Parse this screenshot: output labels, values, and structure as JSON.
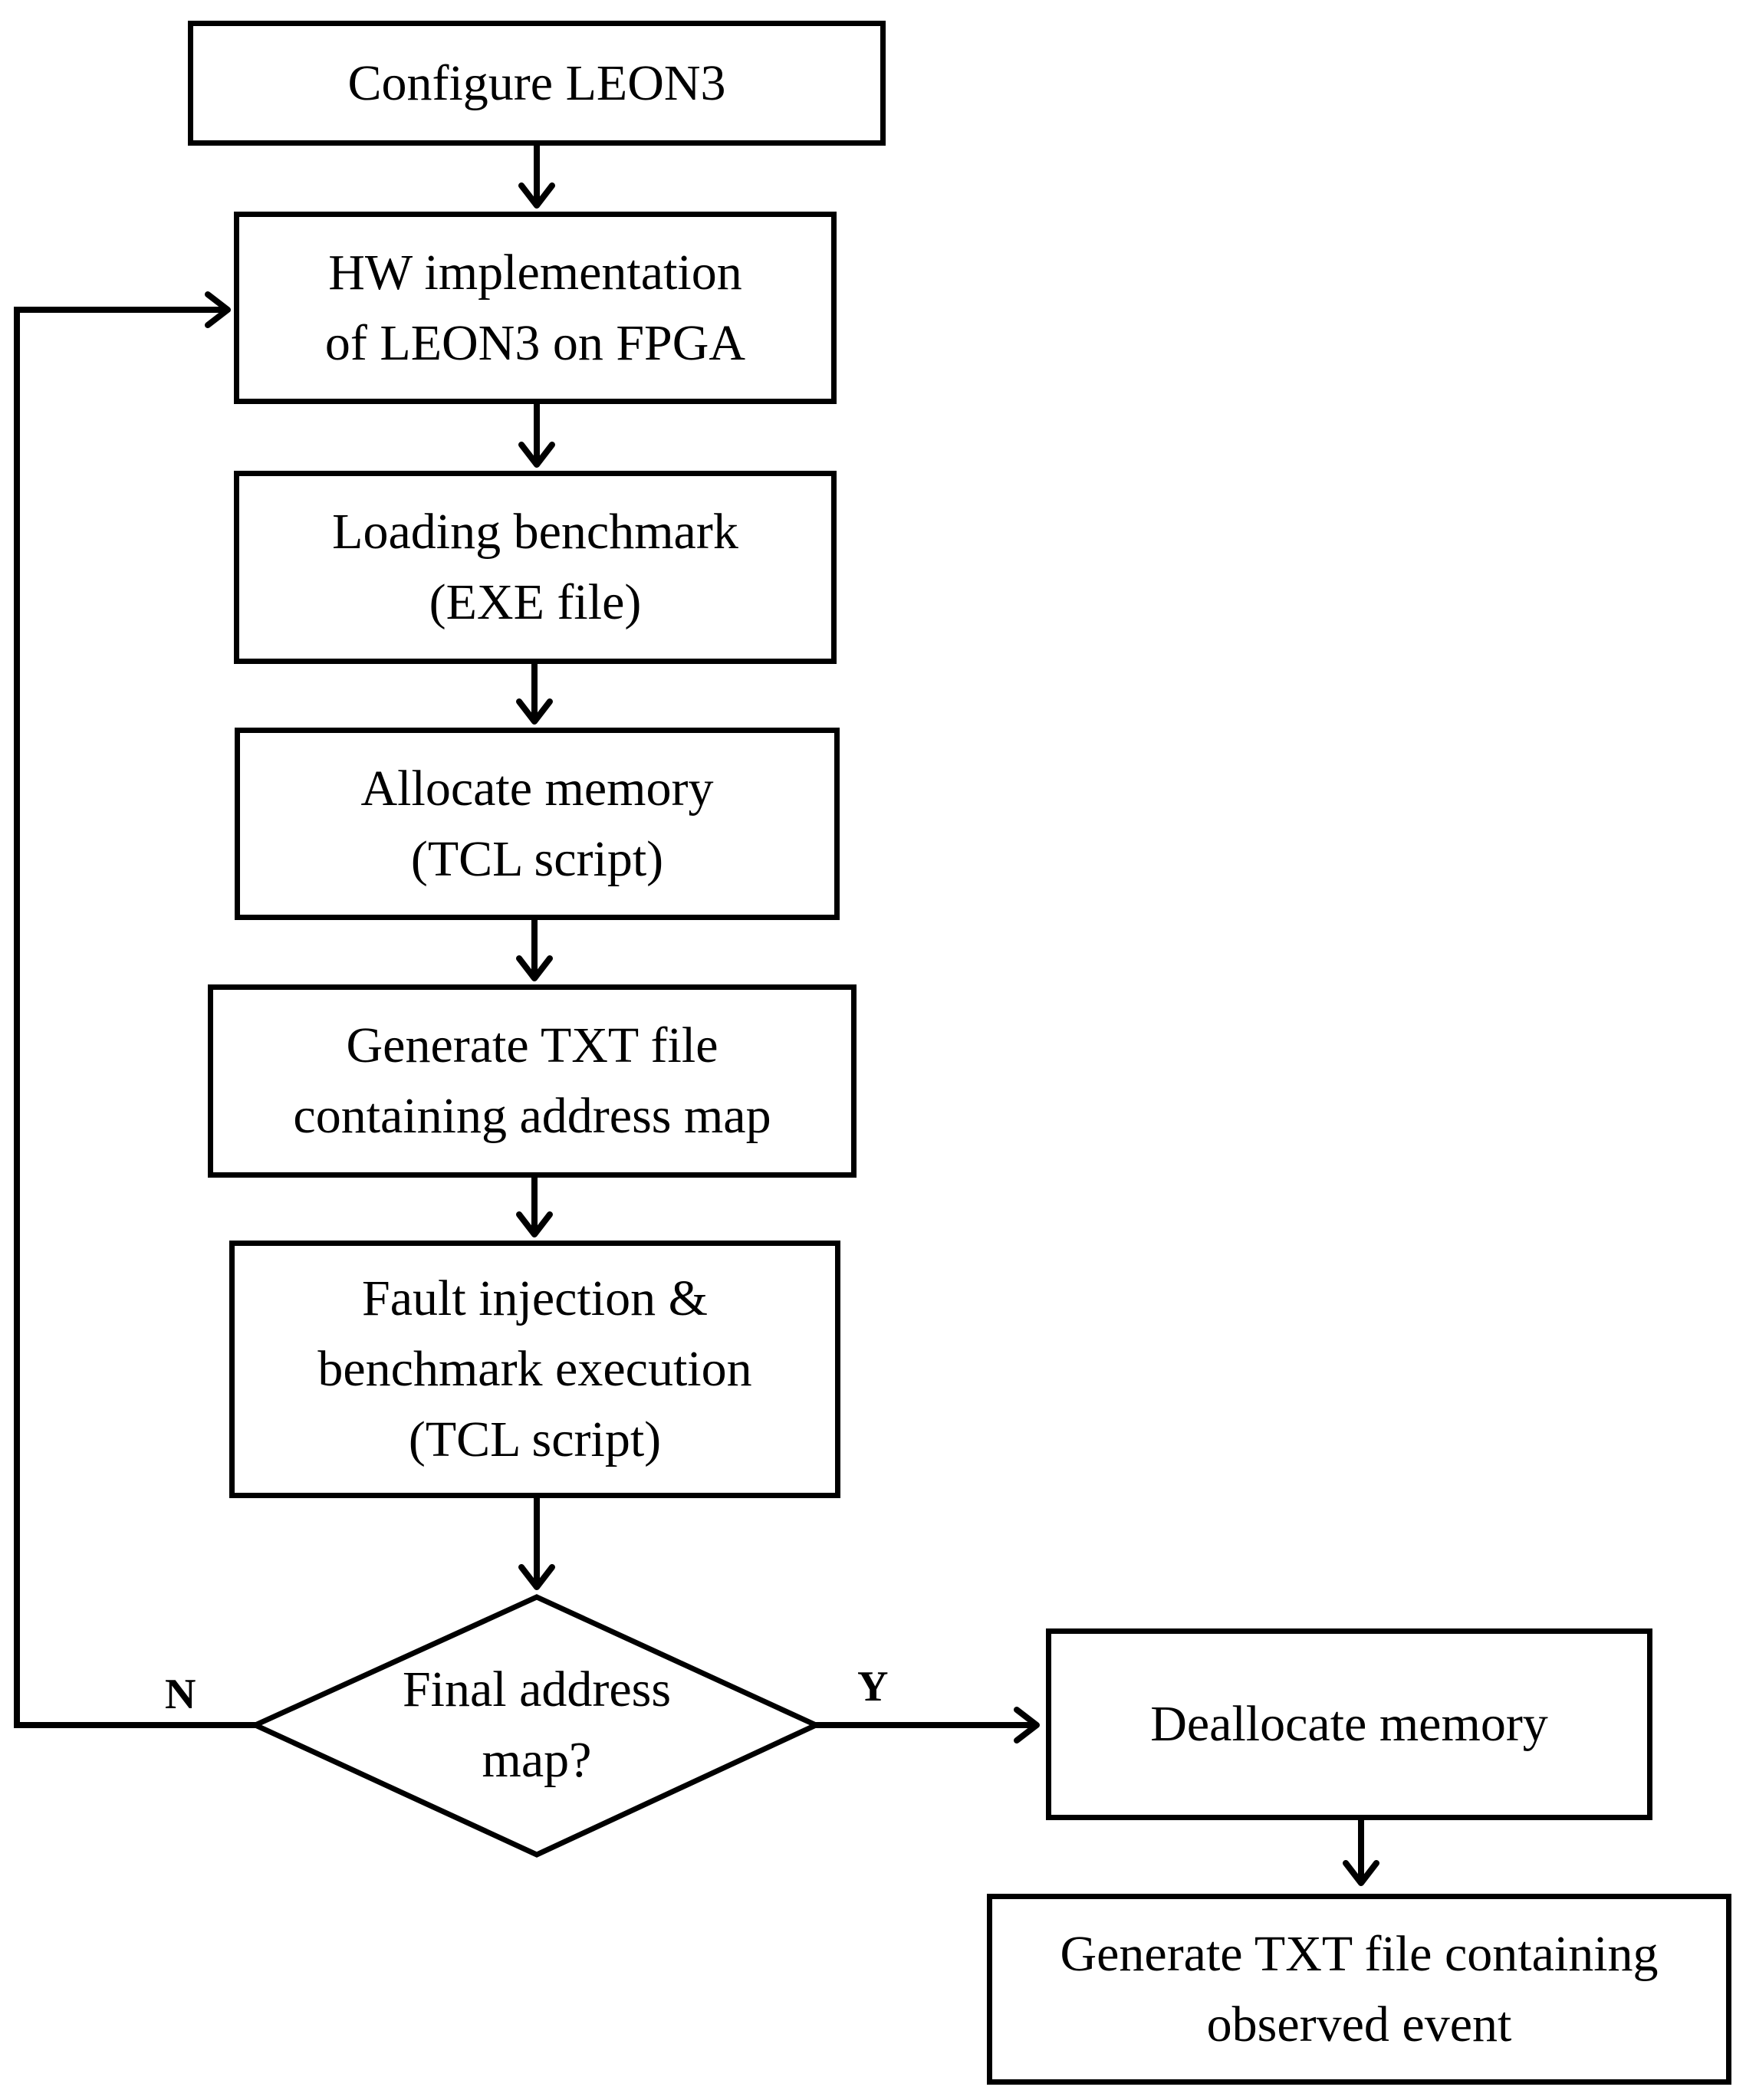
{
  "nodes": {
    "configure": {
      "lines": [
        "Configure LEON3"
      ]
    },
    "hw_impl": {
      "lines": [
        "HW implementation",
        "of LEON3 on FPGA"
      ]
    },
    "loading": {
      "lines": [
        "Loading benchmark",
        "(EXE file)"
      ]
    },
    "allocate": {
      "lines": [
        "Allocate memory",
        "(TCL script)"
      ]
    },
    "generate_map": {
      "lines": [
        "Generate TXT file",
        "containing address map"
      ]
    },
    "fault": {
      "lines": [
        "Fault injection &",
        "benchmark execution",
        "(TCL script)"
      ]
    },
    "decision": {
      "lines": [
        "Final address",
        "map?"
      ]
    },
    "deallocate": {
      "lines": [
        "Deallocate memory"
      ]
    },
    "generate_events": {
      "lines": [
        "Generate TXT file containing",
        "observed event"
      ]
    }
  },
  "edges": {
    "no_label": "N",
    "yes_label": "Y"
  }
}
